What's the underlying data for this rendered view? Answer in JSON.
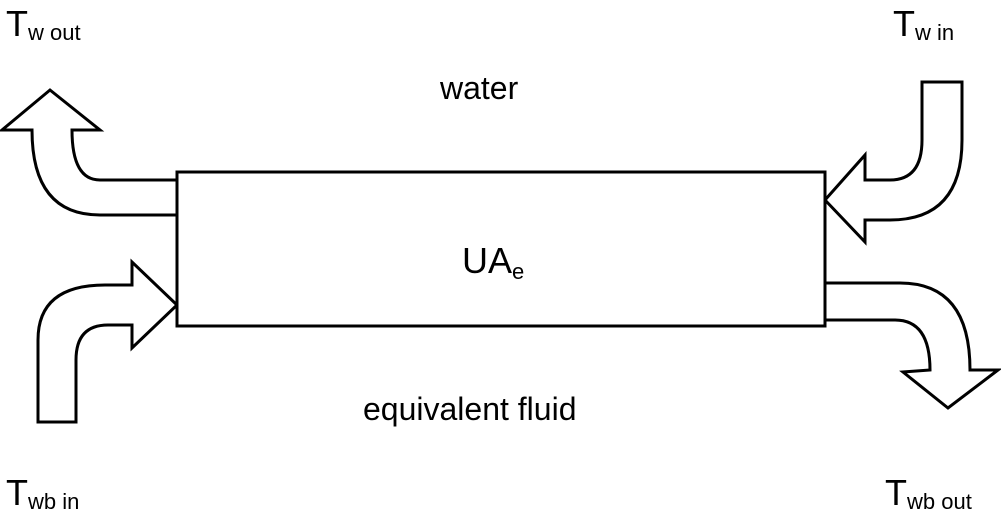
{
  "labels": {
    "top_left": {
      "main": "T",
      "sub": "w out"
    },
    "top_right": {
      "main": "T",
      "sub": "w in"
    },
    "bottom_left": {
      "main": "T",
      "sub": "wb in"
    },
    "bottom_right": {
      "main": "T",
      "sub": "wb out"
    },
    "water": "water",
    "equivalent_fluid": "equivalent fluid",
    "ua": {
      "main": "UA",
      "sub": "e"
    }
  },
  "colors": {
    "stroke": "#000000",
    "fill": "#ffffff"
  }
}
